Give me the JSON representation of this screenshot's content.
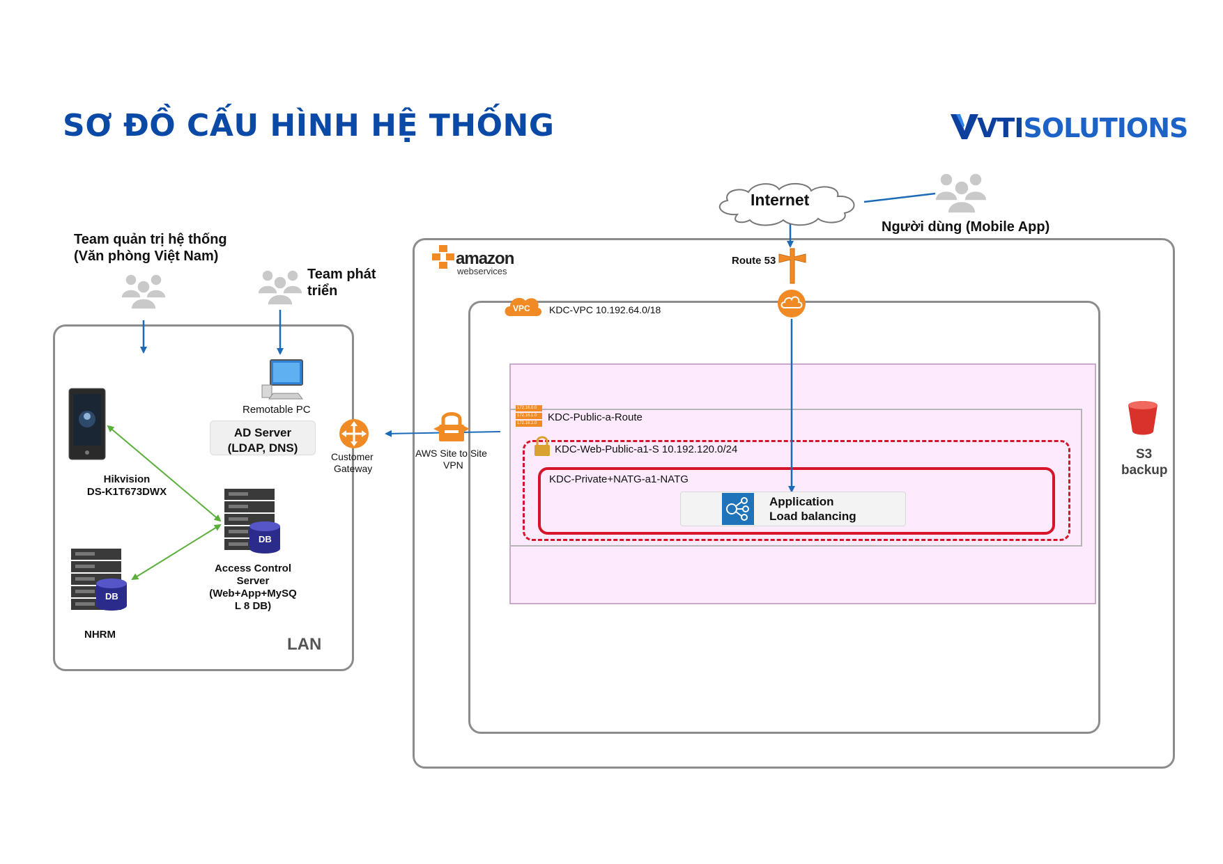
{
  "title": "SƠ ĐỒ CẤU HÌNH HỆ THỐNG",
  "logo": {
    "part1": "VTI",
    "part2": "SOLUTIONS"
  },
  "internet_label": "Internet",
  "users_mobile_label": "Người dùng (Mobile App)",
  "team_admin": {
    "line1": "Team quản trị hệ thống",
    "line2": "(Văn phòng Việt Nam)"
  },
  "team_dev": {
    "line1": "Team phát",
    "line2": "triển"
  },
  "remotable_pc_label": "Remotable PC",
  "ad_server": {
    "line1": "AD Server",
    "line2": "(LDAP, DNS)"
  },
  "hikvision": {
    "line1": "Hikvision",
    "line2": "DS-K1T673DWX"
  },
  "access_control": {
    "line1": "Access Control",
    "line2": "Server",
    "line3": "(Web+App+MySQ",
    "line4": "L 8 DB)"
  },
  "nhrm_label": "NHRM",
  "lan_label": "LAN",
  "db_label": "DB",
  "customer_gateway": {
    "line1": "Customer",
    "line2": "Gateway"
  },
  "aws_vpn": {
    "line1": "AWS Site to Site",
    "line2": "VPN"
  },
  "aws_logo": {
    "line1": "amazon",
    "line2": "webservices"
  },
  "route53_label": "Route 53",
  "vpc_badge": "VPC",
  "vpc_label": "KDC-VPC 10.192.64.0/18",
  "route_table_label": "KDC-Public-a-Route",
  "route_table_rows": [
    "172.16.0.0",
    "172.16.1.0",
    "172.16.2.0"
  ],
  "web_subnet_label": "KDC-Web-Public-a1-S  10.192.120.0/24",
  "private_subnet_label": "KDC-Private+NATG-a1-NATG",
  "alb": {
    "line1": "Application",
    "line2": "Load balancing"
  },
  "s3": {
    "line1": "S3",
    "line2": "backup"
  },
  "colors": {
    "title_blue": "#0a4aa6",
    "arrow_blue": "#1b6ab8",
    "arrow_green": "#5aae3a",
    "aws_orange": "#f08a24",
    "subnet_red": "#d6152b",
    "pink_bg": "#fdeafd",
    "box_gray": "#8c8c8c"
  }
}
